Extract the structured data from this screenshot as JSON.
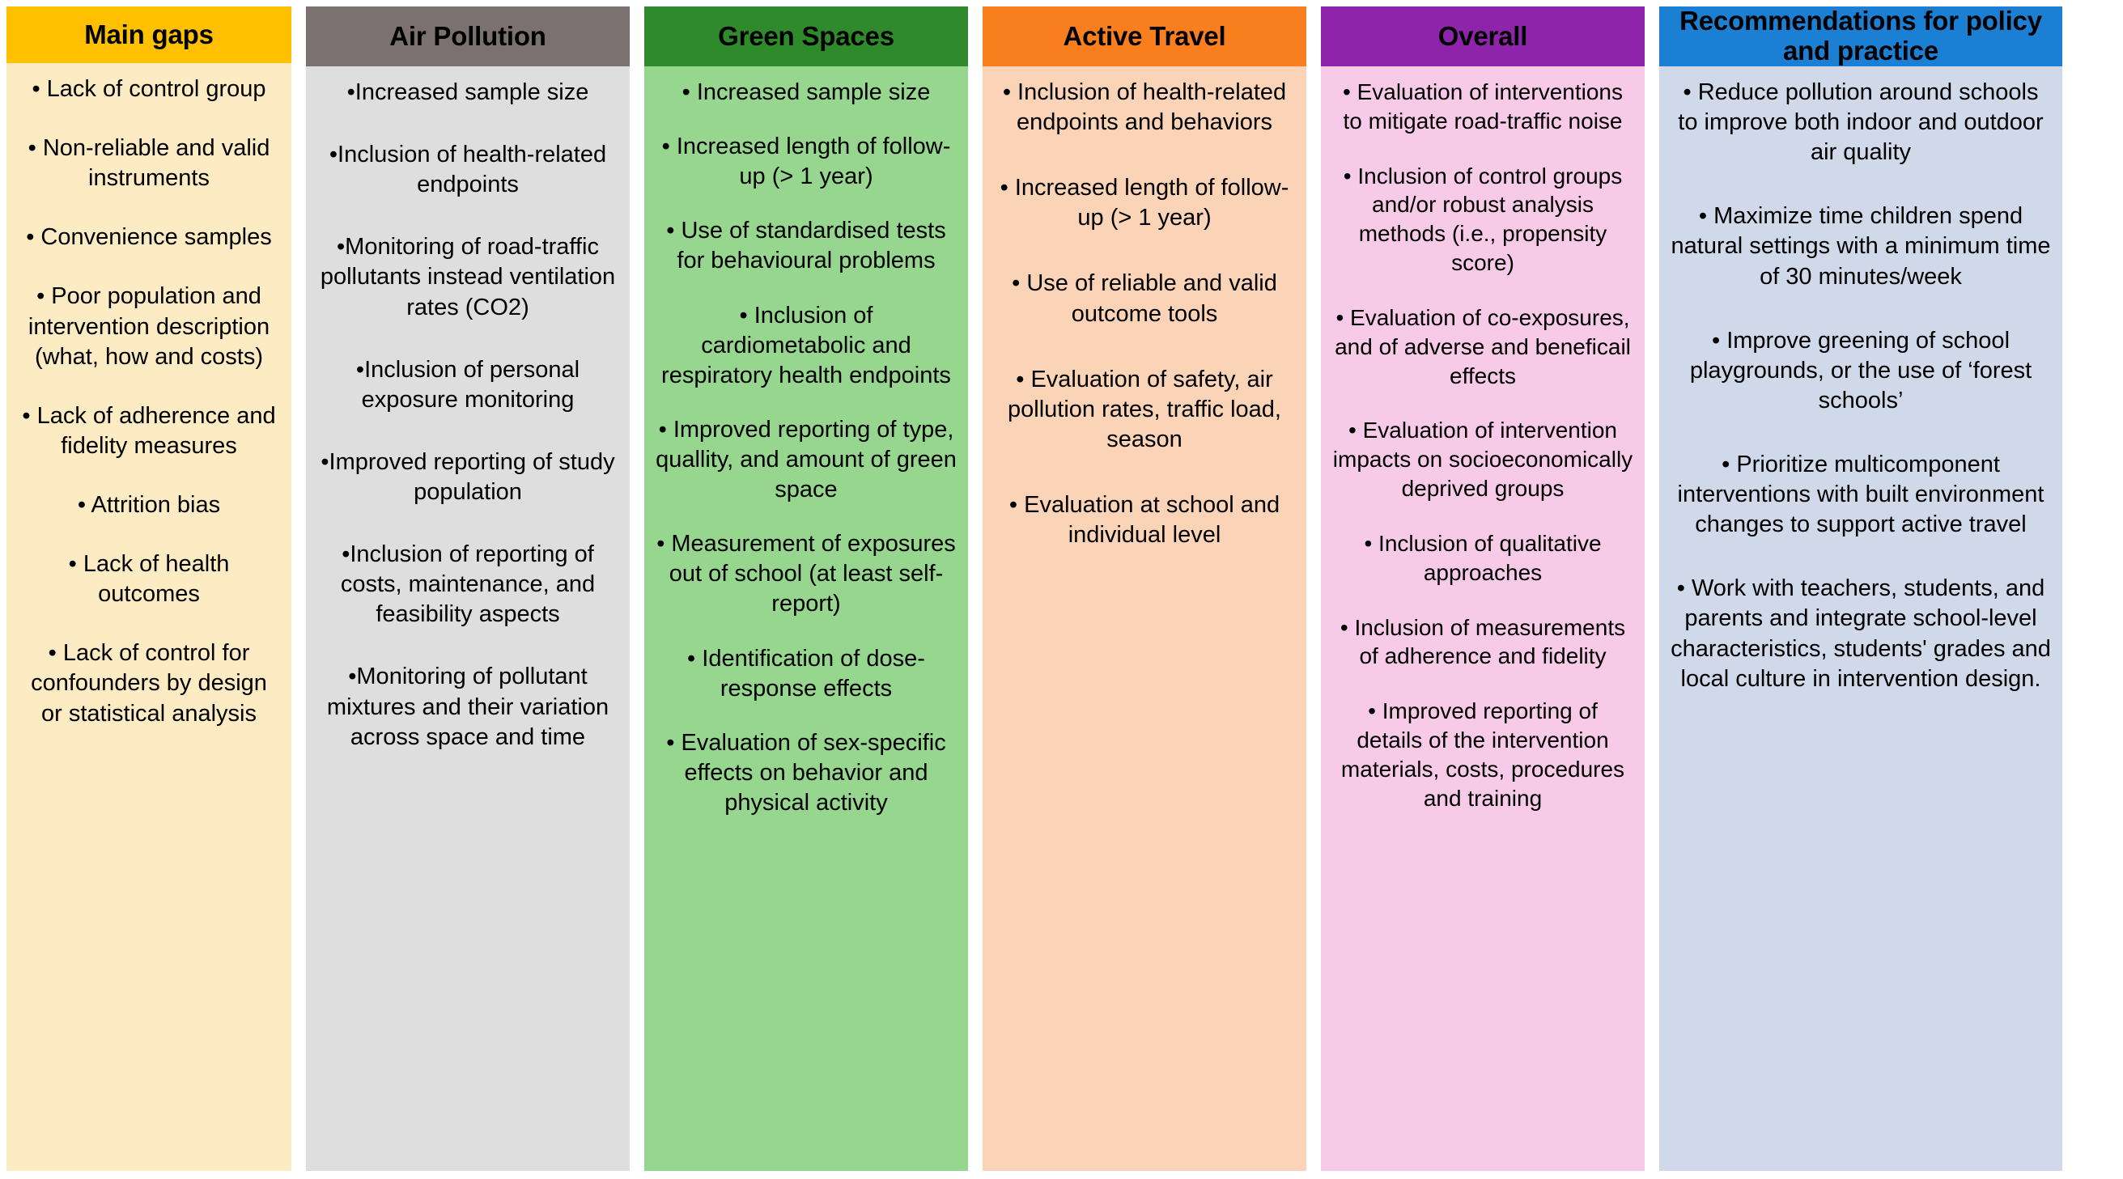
{
  "figure": {
    "type": "summary-table",
    "column_count": 6,
    "bullet_glyph": "•"
  },
  "colors": {
    "main_gaps_header": "#FFC000",
    "main_gaps_body": "#FCEBC3",
    "air_pollution_header": "#7B7171",
    "air_pollution_body": "#DEDEDE",
    "green_spaces_header": "#2E8A2B",
    "green_spaces_body": "#96D68E",
    "active_travel_header": "#F97F1E",
    "active_travel_body": "#FBD4B8",
    "overall_header": "#8E24AA",
    "overall_body": "#F7CBE8",
    "recommendations_header": "#1B7FD4",
    "recommendations_body": "#CFD9EA"
  },
  "columns": [
    {
      "id": "main-gaps",
      "title": "Main gaps",
      "items": [
        "• Lack of control group",
        "• Non-reliable and valid instruments",
        "• Convenience samples",
        "• Poor population and intervention description (what, how and costs)",
        "• Lack of adherence and fidelity measures",
        "• Attrition bias",
        "• Lack of health outcomes",
        "• Lack of control for confounders by design or statistical analysis"
      ]
    },
    {
      "id": "air-pollution",
      "title": "Air Pollution",
      "items": [
        "•Increased sample size",
        "•Inclusion of health-related endpoints",
        "•Monitoring of road-traffic pollutants instead ventilation rates (CO2)",
        "•Inclusion of personal exposure monitoring",
        "•Improved reporting of study population",
        "•Inclusion of reporting of costs, maintenance, and feasibility aspects",
        "•Monitoring of pollutant mixtures and their variation across space and time"
      ]
    },
    {
      "id": "green-spaces",
      "title": "Green Spaces",
      "items": [
        "• Increased sample size",
        "• Increased length of follow-up (> 1 year)",
        "• Use of standardised tests for behavioural problems",
        "• Inclusion of cardiometabolic and respiratory health endpoints",
        "• Improved reporting of type, quallity, and amount of green space",
        "• Measurement of exposures out of school (at least self-report)",
        "• Identification of dose-response effects",
        "• Evaluation of sex-specific effects on behavior and physical activity"
      ]
    },
    {
      "id": "active-travel",
      "title": "Active Travel",
      "items": [
        "• Inclusion of health-related endpoints and behaviors",
        "• Increased length of follow-up (> 1 year)",
        "• Use of reliable and valid outcome tools",
        "• Evaluation of safety, air pollution rates, traffic load, season",
        "• Evaluation at school and individual level"
      ]
    },
    {
      "id": "overall",
      "title": "Overall",
      "items": [
        "• Evaluation of interventions to mitigate road-traffic noise",
        "• Inclusion of control groups and/or robust analysis methods (i.e., propensity score)",
        "• Evaluation of co-exposures, and of adverse and beneficail effects",
        "• Evaluation of intervention impacts on socioeconomically deprived groups",
        "• Inclusion of qualitative approaches",
        "• Inclusion of measurements of adherence and fidelity",
        "• Improved reporting of details of the intervention materials, costs, procedures and training"
      ]
    },
    {
      "id": "recommendations",
      "title": "Recommendations for policy and practice",
      "items": [
        "• Reduce pollution around schools to improve both indoor and outdoor air quality",
        "• Maximize time children spend natural settings with a minimum time of 30 minutes/week",
        "• Improve greening of school playgrounds, or the use of ‘forest schools’",
        "• Prioritize multicomponent interventions with built environment changes to support active travel",
        "• Work with teachers, students, and parents and integrate school-level characteristics, students' grades and local culture in intervention design."
      ]
    }
  ]
}
